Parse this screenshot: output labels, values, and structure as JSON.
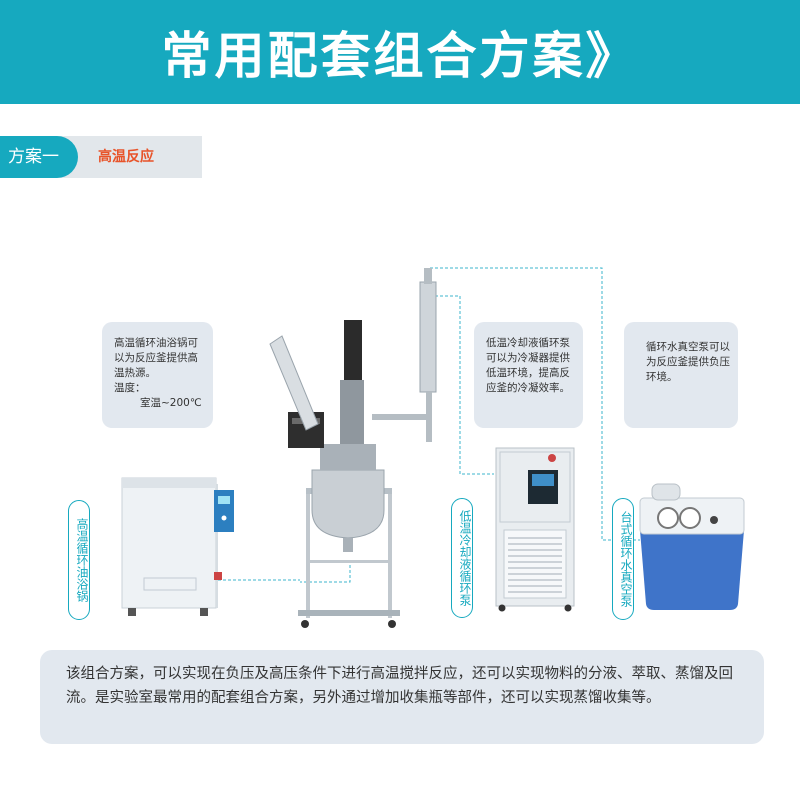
{
  "banner": {
    "title": "常用配套组合方案》"
  },
  "tab": {
    "label": "方案一",
    "sub_label": "高温反应"
  },
  "notes": {
    "oil_bath": {
      "lines": [
        "高温循环油浴锅可",
        "以为反应釜提供高",
        "温热源。",
        "温度：",
        "室温~200℃"
      ]
    },
    "chiller": {
      "lines": [
        "低温冷却液循环泵",
        "可以为冷凝器提供",
        "低温环境，提高反",
        "应釜的冷凝效率。"
      ]
    },
    "vacuum": {
      "lines": [
        "循环水真空泵可以",
        "为反应釜提供负压",
        "环境。"
      ]
    }
  },
  "vertical_labels": {
    "oil_bath": "高温循环油浴锅",
    "chiller": "低温冷却液循环泵",
    "vacuum": "台式循环水真空泵"
  },
  "description": "该组合方案，可以实现在负压及高压条件下进行高温搅拌反应，还可以实现物料的分液、萃取、蒸馏及回流。是实验室最常用的配套组合方案，另外通过增加收集瓶等部件，还可以实现蒸馏收集等。",
  "colors": {
    "accent": "#16a9bf",
    "highlight": "#e8542a",
    "panel": "#e2e8ef",
    "dashed_line": "#3db6cc"
  }
}
